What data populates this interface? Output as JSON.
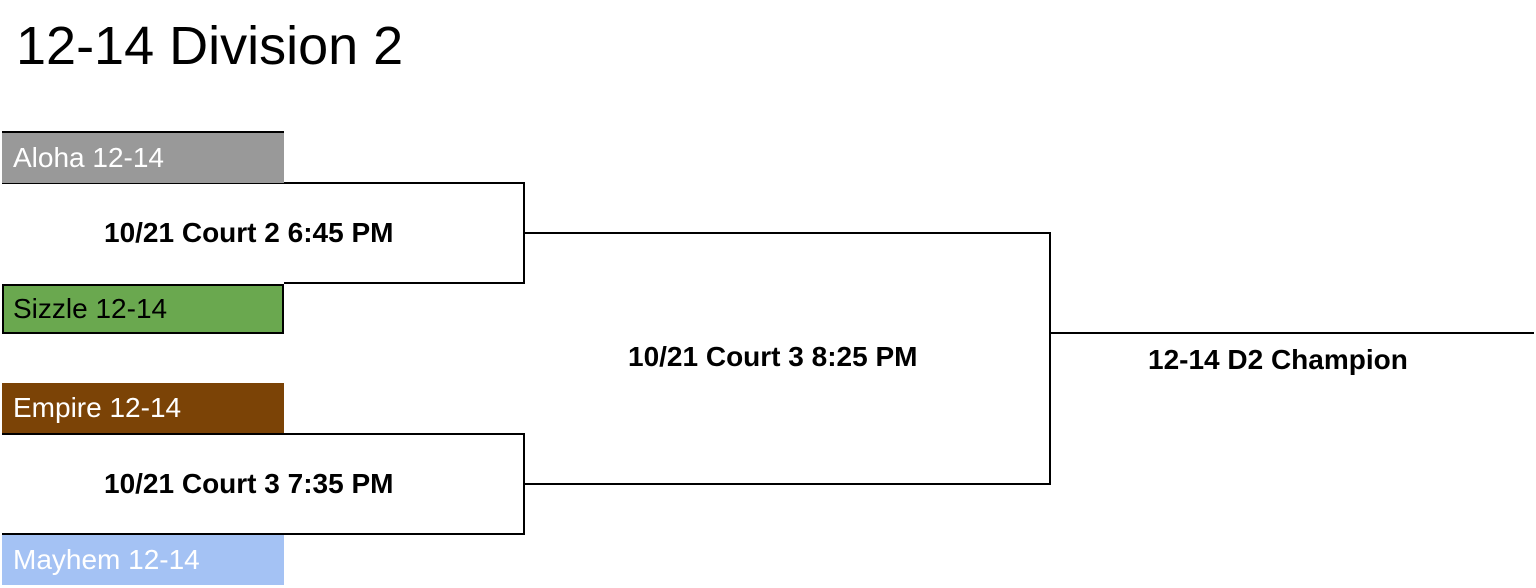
{
  "title": "12-14 Division 2",
  "teams": [
    {
      "label": "Aloha 12-14",
      "fill": "#999999",
      "text_color": "#ffffff"
    },
    {
      "label": "Sizzle 12-14",
      "fill": "#6aa84f",
      "text_color": "#000000"
    },
    {
      "label": "Empire 12-14",
      "fill": "#7b4306",
      "text_color": "#ffffff"
    },
    {
      "label": "Mayhem 12-14",
      "fill": "#a4c2f4",
      "text_color": "#ffffff"
    }
  ],
  "matches": [
    {
      "label": "10/21 Court 2 6:45 PM"
    },
    {
      "label": "10/21 Court 3 7:35 PM"
    },
    {
      "label": "10/21 Court 3 8:25 PM"
    }
  ],
  "champion": "12-14 D2 Champion",
  "line_color": "#000000"
}
